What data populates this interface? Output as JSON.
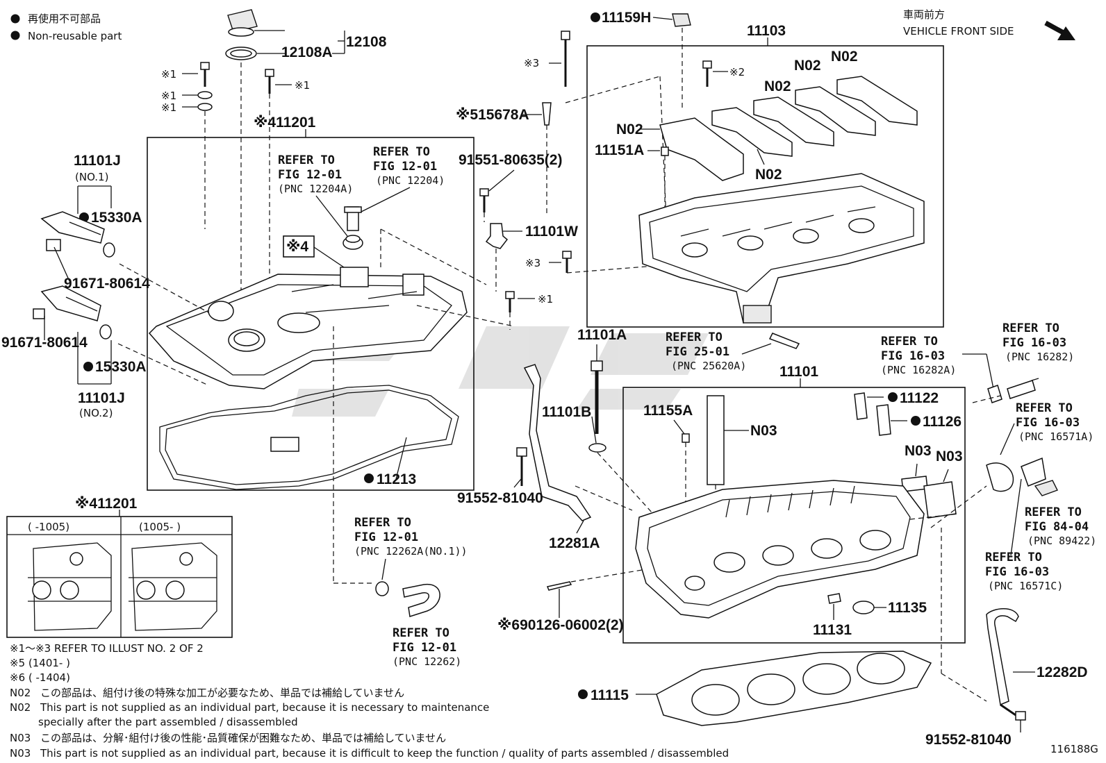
{
  "legend": {
    "nonreuse_jp": "再使用不可部品",
    "nonreuse_en": "Non-reusable part"
  },
  "direction": {
    "jp": "車両前方",
    "en": "VEHICLE FRONT SIDE"
  },
  "figure_code": "116188G",
  "labels": {
    "p12108": "12108",
    "p12108A": "12108A",
    "p11201": "※411201",
    "p11201b": "※411201",
    "x1a": "※1",
    "x1b": "※1",
    "x1c": "※1",
    "x1d": "※1",
    "x1e": "※1",
    "x2": "※2",
    "x3a": "※3",
    "x3b": "※3",
    "x4box": "※4",
    "p11101J1": "11101J",
    "p11101J1sub": "(NO.1)",
    "p15330A1": "15330A",
    "p91671a": "91671-80614",
    "p91671b": "91671-80614",
    "p15330A2": "15330A",
    "p11101J2": "11101J",
    "p11101J2sub": "(NO.2)",
    "p11213": "11213",
    "p15678A": "※515678A",
    "p91551": "91551-80635(2)",
    "p11101W": "11101W",
    "p11159H": "11159H",
    "p11103": "11103",
    "n02a": "N02",
    "n02b": "N02",
    "n02c": "N02",
    "n02d": "N02",
    "n02e": "N02",
    "p11151A": "11151A",
    "p11101A": "11101A",
    "p11101B": "11101B",
    "p11101": "11101",
    "p11155A": "11155A",
    "n03a": "N03",
    "n03b": "N03",
    "n03c": "N03",
    "p11122": "11122",
    "p11126": "11126",
    "p91552a": "91552-81040",
    "p91552b": "91552-81040",
    "p12281A": "12281A",
    "p90126": "※690126-06002(2)",
    "p11131": "11131",
    "p11135": "11135",
    "p11115": "11115",
    "p12282D": "12282D"
  },
  "refs": {
    "r1": [
      "REFER TO",
      "FIG 12-01",
      "(PNC 12204A)"
    ],
    "r2": [
      "REFER TO",
      "FIG 12-01",
      "(PNC 12204)"
    ],
    "r3": [
      "REFER TO",
      "FIG 25-01",
      "(PNC 25620A)"
    ],
    "r4": [
      "REFER TO",
      "FIG 16-03",
      "(PNC 16282A)"
    ],
    "r5": [
      "REFER TO",
      "FIG 16-03",
      "(PNC 16282)"
    ],
    "r6": [
      "REFER TO",
      "FIG 16-03",
      "(PNC 16571A)"
    ],
    "r7": [
      "REFER TO",
      "FIG 84-04",
      "(PNC 89422)"
    ],
    "r8": [
      "REFER TO",
      "FIG 16-03",
      "(PNC 16571C)"
    ],
    "r9": [
      "REFER TO",
      "FIG 12-01",
      "(PNC 12262A(NO.1))"
    ],
    "r10": [
      "REFER TO",
      "FIG 12-01",
      "(PNC 12262)"
    ]
  },
  "inset": {
    "left_range": "(      -1005)",
    "right_range": "(1005-      )"
  },
  "notes": {
    "n1": "※1～※3  REFER TO ILLUST NO. 2 OF 2",
    "n5": "※5 (1401-       )",
    "n6": "※6 (       -1404)",
    "n02_tag": "N02",
    "n02_jp": "この部品は、組付け後の特殊な加工が必要なため、単品では補給していません",
    "n02_tag2": "N02",
    "n02_en1": "This part is not supplied as an individual part, because it is necessary to maintenance",
    "n02_en2": "specially after the part assembled / disassembled",
    "n03_tag": "N03",
    "n03_jp": "この部品は、分解･組付け後の性能･品質確保が困難なため、単品では補給していません",
    "n03_tag2": "N03",
    "n03_en": "This part is not supplied as an individual part, because it is difficult to keep the function / quality of parts  assembled / disassembled"
  }
}
